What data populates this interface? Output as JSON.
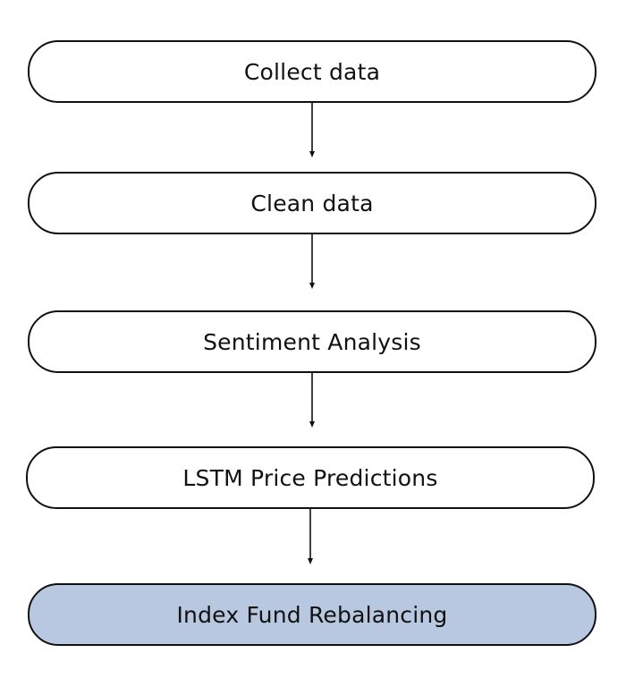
{
  "flowchart": {
    "steps": [
      {
        "label": "Collect data"
      },
      {
        "label": "Clean data"
      },
      {
        "label": "Sentiment Analysis"
      },
      {
        "label": "LSTM Price Predictions"
      },
      {
        "label": "Index Fund Rebalancing",
        "highlighted": true
      }
    ],
    "colors": {
      "box_fill": "#ffffff",
      "highlight_fill": "#b8c8e0",
      "stroke": "#111111",
      "text": "#111111"
    }
  }
}
